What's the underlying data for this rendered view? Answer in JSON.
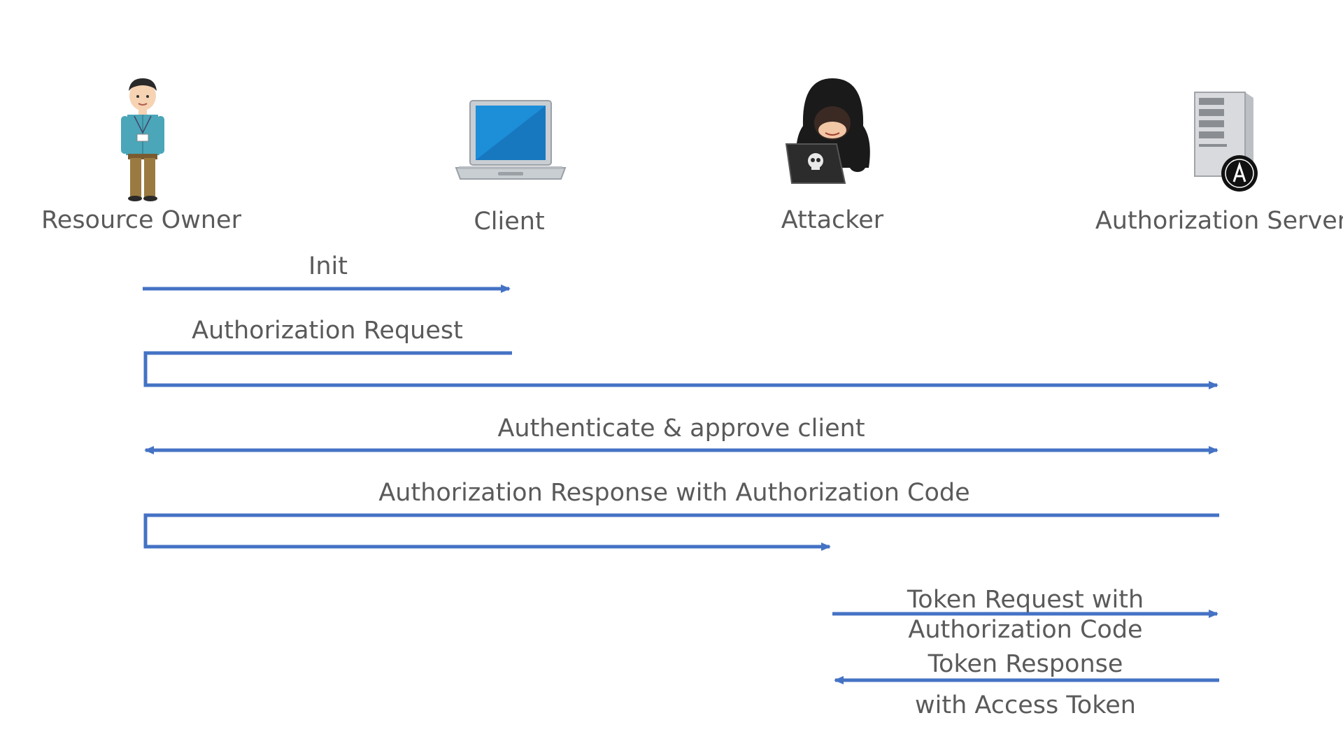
{
  "actors": {
    "resource_owner": "Resource Owner",
    "client": "Client",
    "attacker": "Attacker",
    "authorization_server": "Authorization Server"
  },
  "messages": {
    "init": "Init",
    "authorization_request": "Authorization Request",
    "authenticate": "Authenticate & approve client",
    "authorization_response": "Authorization Response with Authorization Code",
    "token_request_line1": "Token Request with",
    "token_request_line2": "Authorization Code",
    "token_response_line1": "Token Response",
    "token_response_line2": "with Access Token"
  },
  "colors": {
    "arrow": "#4472c4",
    "text": "#5a5a5a"
  },
  "icons": {
    "resource_owner": "person-icon",
    "client": "laptop-icon",
    "attacker": "hooded-hacker-icon",
    "authorization_server": "server-icon"
  }
}
